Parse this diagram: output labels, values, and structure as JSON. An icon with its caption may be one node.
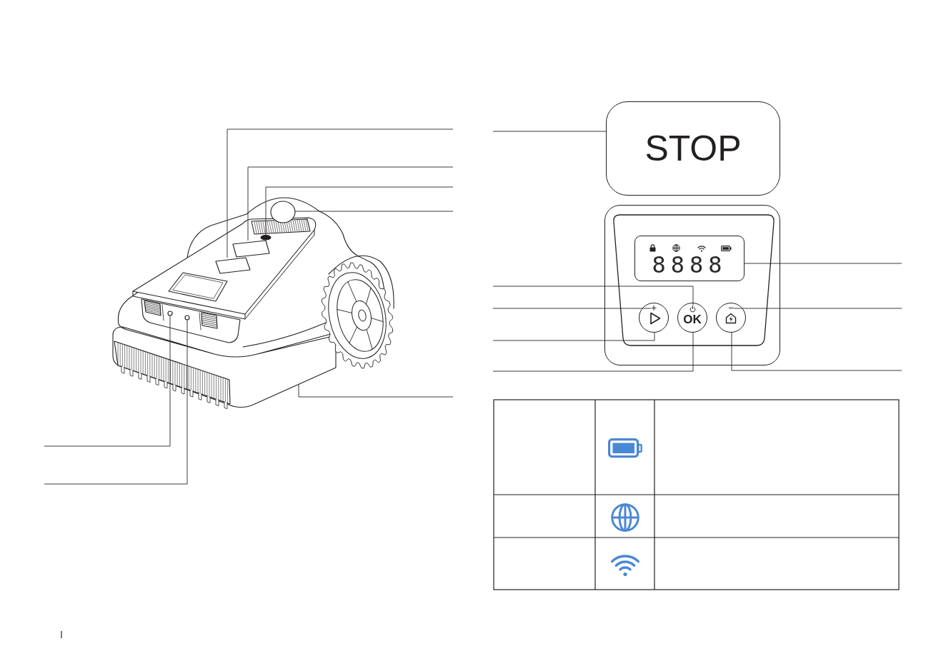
{
  "diagram": {
    "nodes": [
      {
        "text": [],
        "shape": "picture"
      },
      {
        "text": [],
        "shape": "box",
        "in": 0
      },
      {
        "text": [],
        "shape": "box",
        "in": 0
      },
      {
        "text": [],
        "shape": "circle",
        "in": 0
      },
      {
        "text": [],
        "shape": "circle",
        "in": 0
      },
      {
        "text": [],
        "shape": "circle",
        "in": 0
      },
      {
        "text": [],
        "shape": "circle",
        "in": 0
      },
      {
        "text": [
          "STOP"
        ]
      },
      {
        "text": [],
        "shape": "box"
      },
      {
        "text": [
          "8888"
        ],
        "in": 8
      },
      {
        "text": [],
        "shape": "circle",
        "in": 8
      },
      {
        "text": [
          "+"
        ],
        "in": 10
      },
      {
        "text": [
          "OK"
        ],
        "in": 8
      },
      {
        "text": [],
        "shape": "circle",
        "in": 12
      },
      {
        "text": [],
        "shape": "circle",
        "in": 8
      },
      {
        "text": [
          "−"
        ],
        "in": 14
      }
    ],
    "edges": [
      {
        "from": null,
        "to": 1,
        "arrow": "none"
      },
      {
        "from": null,
        "to": 2,
        "arrow": "none"
      },
      {
        "from": null,
        "to": 3,
        "arrow": "none"
      },
      {
        "from": null,
        "to": 4,
        "arrow": "none"
      },
      {
        "from": null,
        "to": 0,
        "arrow": "none"
      },
      {
        "from": null,
        "to": 5,
        "arrow": "none"
      },
      {
        "from": null,
        "to": 6,
        "arrow": "none"
      },
      {
        "from": null,
        "to": 7,
        "arrow": "none"
      },
      {
        "from": null,
        "to": 13,
        "arrow": "none"
      },
      {
        "from": null,
        "to": 11,
        "arrow": "none"
      },
      {
        "from": null,
        "to": 10,
        "arrow": "none"
      },
      {
        "from": null,
        "to": 12,
        "arrow": "none"
      },
      {
        "from": null,
        "to": 9,
        "arrow": "none"
      },
      {
        "from": null,
        "to": 15,
        "arrow": "none"
      },
      {
        "from": null,
        "to": 14,
        "arrow": "none"
      }
    ]
  }
}
